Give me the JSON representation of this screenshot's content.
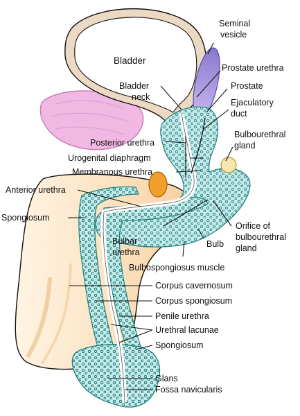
{
  "labels": {
    "bladder": "Bladder",
    "seminal_vesicle_1": "Seminal",
    "seminal_vesicle_2": "vesicle",
    "prostate_urethra": "Prostate urethra",
    "bladder_neck_1": "Bladder",
    "bladder_neck_2": "neck",
    "prostate": "Prostate",
    "ejaculatory_duct_1": "Ejaculatory",
    "ejaculatory_duct_2": "duct",
    "bulbourethral_gland_1": "Bulbourethral",
    "bulbourethral_gland_2": "gland",
    "posterior_urethra": "Posterior urethra",
    "urogenital_diaphragm": "Urogenital diaphragm",
    "membranous_urethra": "Membranous urethra",
    "anterior_urethra": "Anterior urethra",
    "spongiosum_upper": "Spongiosum",
    "orifice_1": "Orifice of",
    "orifice_2": "bulbourethral",
    "orifice_3": "gland",
    "bulbar_urethra_1": "Bulbar",
    "bulbar_urethra_2": "urethra",
    "bulb": "Bulb",
    "bulbospongiosus_muscle": "Bulbospongiosus muscle",
    "corpus_cavernosum": "Corpus cavernosum",
    "corpus_spongiosum": "Corpus spongiosum",
    "penile_urethra": "Penile urethra",
    "urethral_lacunae": "Urethral lacunae",
    "spongiosum_lower": "Spongiosum",
    "glans": "Glans",
    "fossa_navicularis": "Fossa navicularis"
  },
  "colors": {
    "bladder_wall": "#ecd9c4",
    "bladder_lumen": "#ffffff",
    "seminal_vesicle": "#8f7fd0",
    "pubic_bone": "#f1b8e4",
    "corpus_cavernosum": "#fbe6c8",
    "spongiosum": "#c8ecec",
    "spongiosum_dots": "#1f7f7a",
    "urethra": "#ffffff",
    "orange_gland": "#f0a02a",
    "bulbourethral_gland": "#f5e6b0"
  }
}
